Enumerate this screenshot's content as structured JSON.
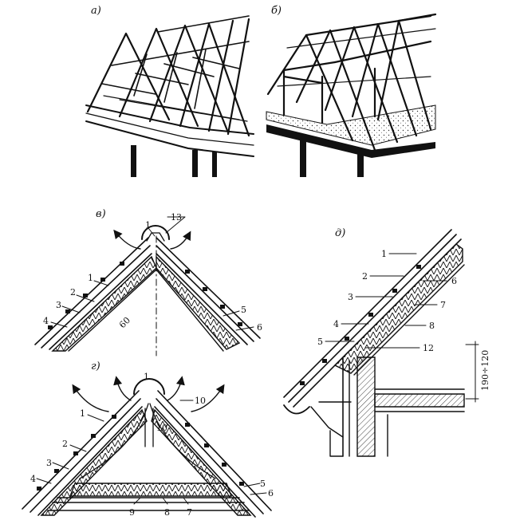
{
  "panels": {
    "a": {
      "label": "а)"
    },
    "b": {
      "label": "б)"
    },
    "v": {
      "label": "в)"
    },
    "g": {
      "label": "г)"
    },
    "d": {
      "label": "д)"
    }
  },
  "callouts_v": [
    "1",
    "13",
    "1",
    "2",
    "3",
    "4",
    "5",
    "6",
    "60"
  ],
  "callouts_g": [
    "1",
    "10",
    "1",
    "2",
    "3",
    "4",
    "5",
    "6",
    "9",
    "8",
    "7",
    "10"
  ],
  "callouts_d": [
    "1",
    "2",
    "6",
    "3",
    "7",
    "4",
    "8",
    "5",
    "12"
  ],
  "dimension_d": "190÷120",
  "colors": {
    "ink": "#111111",
    "paper": "#ffffff"
  }
}
